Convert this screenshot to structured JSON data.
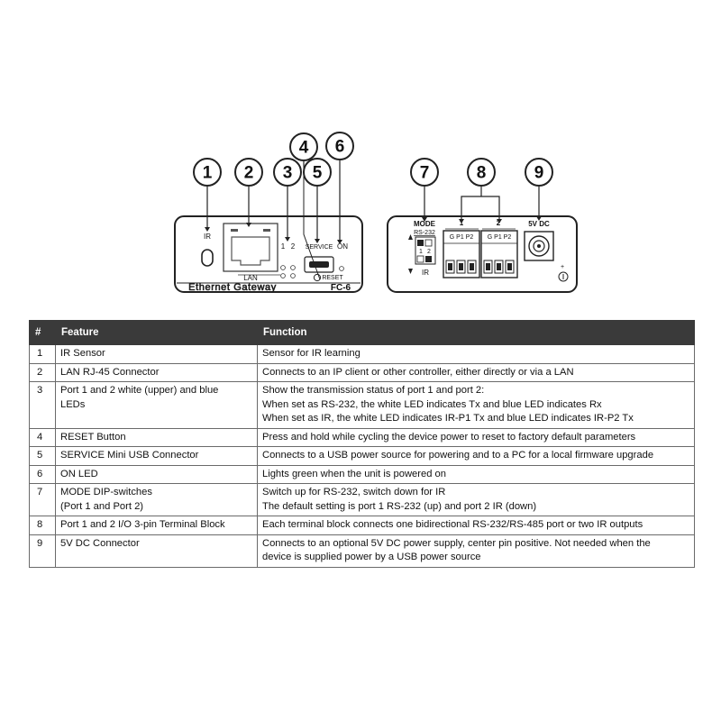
{
  "front_panel": {
    "callouts": [
      "1",
      "2",
      "3",
      "4",
      "5",
      "6"
    ],
    "labels": {
      "ir": "IR",
      "lan": "LAN",
      "led_1": "1",
      "led_2": "2",
      "service": "SERVICE",
      "on": "ON",
      "reset": "RESET",
      "brand_text": "Ethernet Gateway",
      "model": "FC-6"
    }
  },
  "rear_panel": {
    "callouts": [
      "7",
      "8",
      "9"
    ],
    "labels": {
      "mode": "MODE",
      "rs232": "RS-232",
      "dip_1": "1",
      "dip_2": "2",
      "ir": "IR",
      "port_1": "1",
      "port_2": "2",
      "pins_1": "G P1 P2",
      "pins_2": "G P1 P2",
      "dc": "5V DC"
    }
  },
  "table": {
    "headers": [
      "#",
      "Feature",
      "Function"
    ],
    "rows": [
      {
        "num": "1",
        "feature": [
          "IR Sensor"
        ],
        "function": [
          "Sensor for IR learning"
        ]
      },
      {
        "num": "2",
        "feature": [
          "LAN RJ-45 Connector"
        ],
        "function": [
          "Connects to an IP client or other controller, either directly or via a LAN"
        ]
      },
      {
        "num": "3",
        "feature": [
          "Port 1 and 2 white (upper) and blue",
          "LEDs"
        ],
        "function": [
          "Show the transmission status of port 1 and port 2:",
          "When set as RS-232, the white LED indicates Tx and blue LED indicates Rx",
          "When set as IR, the white LED indicates IR-P1 Tx and blue LED indicates IR-P2 Tx"
        ]
      },
      {
        "num": "4",
        "feature": [
          "RESET Button"
        ],
        "function": [
          "Press and hold while cycling the device power to reset to factory default parameters"
        ]
      },
      {
        "num": "5",
        "feature": [
          "SERVICE Mini USB Connector"
        ],
        "function": [
          "Connects to a USB power source for powering and to a PC for a local firmware upgrade"
        ]
      },
      {
        "num": "6",
        "feature": [
          "ON LED"
        ],
        "function": [
          "Lights green when the unit is powered on"
        ]
      },
      {
        "num": "7",
        "feature": [
          "MODE DIP-switches",
          "(Port 1 and Port 2)"
        ],
        "function": [
          "Switch up for RS-232, switch down for IR",
          "The default setting is port 1 RS-232 (up) and port 2 IR (down)"
        ]
      },
      {
        "num": "8",
        "feature": [
          "Port 1 and 2  I/O 3-pin Terminal Block"
        ],
        "function": [
          "Each terminal block connects one bidirectional RS-232/RS-485 port or two IR outputs"
        ]
      },
      {
        "num": "9",
        "feature": [
          "5V DC Connector"
        ],
        "function": [
          "Connects to an optional 5V DC power supply, center pin positive. Not needed when the",
          "device is supplied power by a USB power source"
        ]
      }
    ]
  }
}
